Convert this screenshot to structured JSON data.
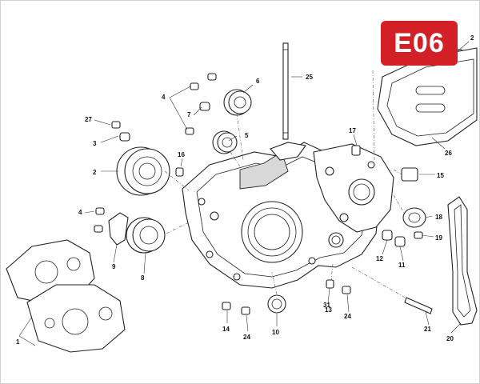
{
  "section_code": "E06",
  "colors": {
    "badge": "#d32027",
    "line": "#222222",
    "background": "#ffffff"
  },
  "part_labels": [
    "1",
    "2",
    "3",
    "4",
    "4",
    "5",
    "6",
    "7",
    "8",
    "9",
    "10",
    "11",
    "12",
    "13",
    "14",
    "15",
    "16",
    "17",
    "18",
    "19",
    "20",
    "21",
    "24",
    "24",
    "25",
    "26",
    "27",
    "31"
  ]
}
